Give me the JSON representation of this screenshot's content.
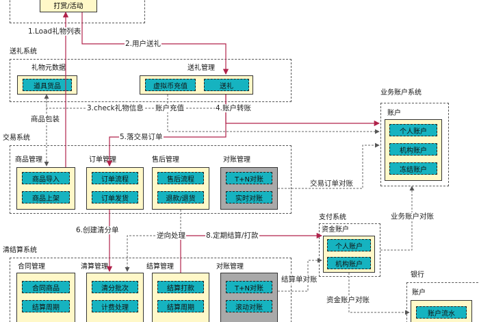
{
  "top_box": {
    "label": "打赏/活动"
  },
  "edges": {
    "load_gifts": "1.Load礼物列表",
    "user_gift": "2.用户送礼",
    "check_gift": "3.check礼物信息",
    "account_transfer": "4.账户转账",
    "place_order": "5.落交易订单",
    "create_clearing": "6.创建清分单",
    "reverse": "逆向处理",
    "settlement": "8.定期结算/打款",
    "goods_pack": "商品包装",
    "account_recharge": "账户充值",
    "trade_reconcile": "交易订单对账",
    "biz_reconcile": "业务账户对账",
    "settle_reconcile": "结算单对账",
    "fund_reconcile": "资金账户对账"
  },
  "gift_system": {
    "title": "送礼系统",
    "meta": {
      "title": "礼物元数据",
      "item": "道具货品"
    },
    "manage": {
      "title": "送礼管理",
      "items": [
        "虚拟币充值",
        "送礼"
      ]
    }
  },
  "trade_system": {
    "title": "交易系统",
    "groups": [
      {
        "title": "商品管理",
        "items": [
          "商品导入",
          "商品上架"
        ]
      },
      {
        "title": "订单管理",
        "items": [
          "订单流程",
          "订单发货"
        ]
      },
      {
        "title": "售后管理",
        "items": [
          "售后流程",
          "退款/退货"
        ]
      },
      {
        "title": "对账管理",
        "items": [
          "T+N对账",
          "实时对账"
        ]
      }
    ]
  },
  "biz_account_system": {
    "title": "业务账户系统",
    "sub": "账户",
    "items": [
      "个人账户",
      "机构账户",
      "冻结账户"
    ]
  },
  "pay_system": {
    "title": "支付系统",
    "sub": "资金账户",
    "items": [
      "个人账户",
      "机构账户"
    ]
  },
  "clearing_system": {
    "title": "清结算系统",
    "groups": [
      {
        "title": "合同管理",
        "items": [
          "合同商品",
          "结算周期"
        ]
      },
      {
        "title": "清算管理",
        "items": [
          "清分批次",
          "计费处理"
        ]
      },
      {
        "title": "结算管理",
        "items": [
          "结算打款",
          "结算周期"
        ]
      },
      {
        "title": "对账管理",
        "items": [
          "T+N对账",
          "滚动对账"
        ]
      }
    ]
  },
  "bank": {
    "title": "银行",
    "sub": "账户",
    "item": "账户流水"
  },
  "colors": {
    "red": "#b0224a",
    "gray": "#666666",
    "teal": "#16b3c0",
    "yellow": "#fff8c8"
  }
}
